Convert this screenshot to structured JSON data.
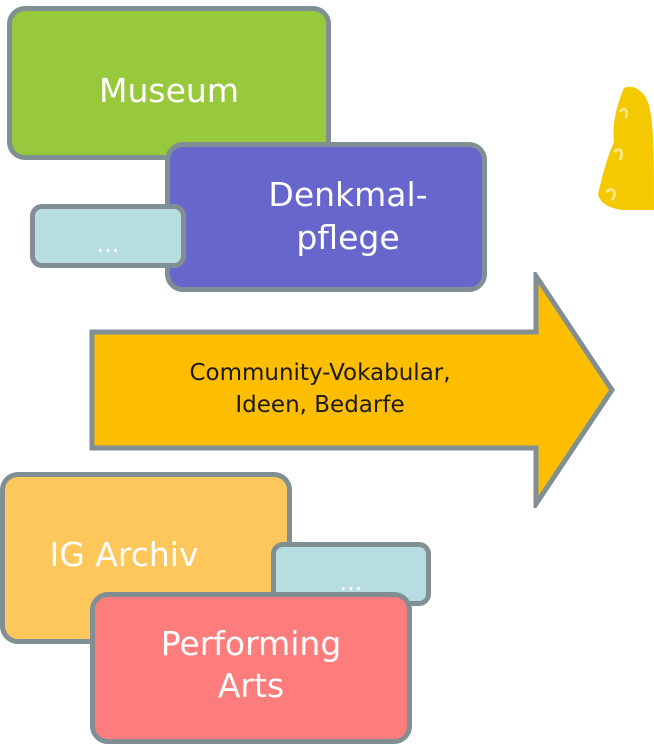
{
  "boxes": {
    "museum": "Museum",
    "denkmalpflege": "Denkmal-\npflege",
    "ellipsis_top": "...",
    "ig_archiv": "IG Archiv",
    "ellipsis_bottom": "...",
    "performing_arts": "Performing\nArts"
  },
  "arrow": {
    "text": "Community-Vokabular,\nIdeen, Bedarfe"
  },
  "colors": {
    "museum": "#98c93c",
    "denkmalpflege": "#6666cc",
    "ellipsis": "#b7dde0",
    "ig_archiv": "#fdc75c",
    "performing_arts": "#fd7d7d",
    "arrow": "#fdbd00",
    "border": "#7f8f93",
    "blob": "#f4c900"
  }
}
